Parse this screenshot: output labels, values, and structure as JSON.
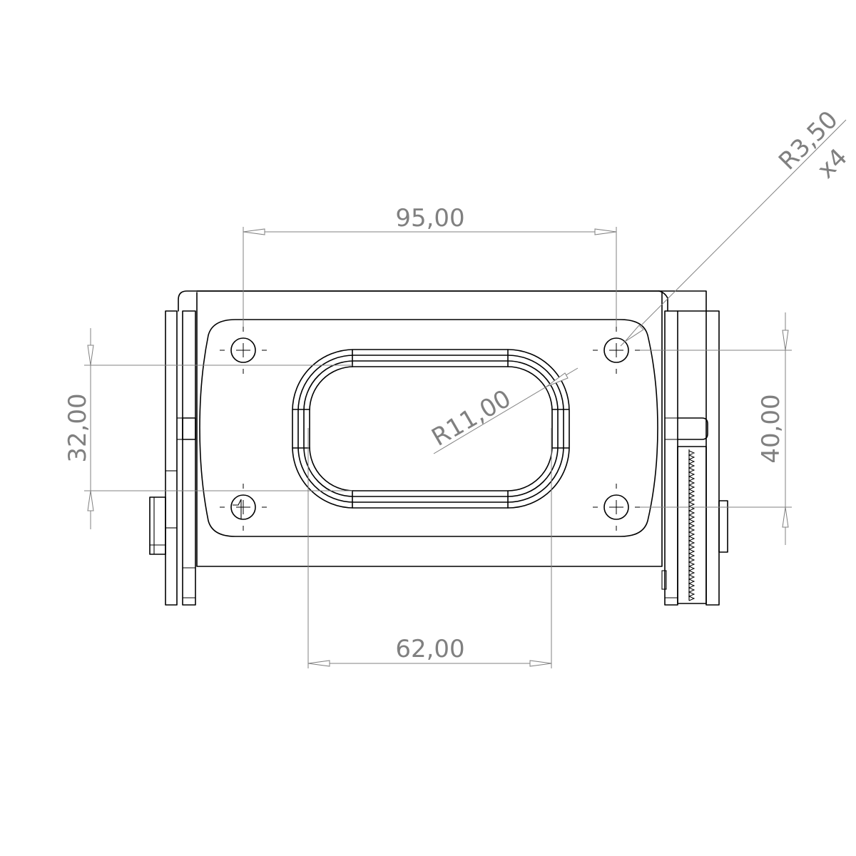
{
  "drawing": {
    "dimensions": {
      "hole_spacing_horizontal": "95,00",
      "hole_spacing_vertical": "40,00",
      "slot_height": "32,00",
      "slot_width": "62,00",
      "slot_radius": "R11,00",
      "hole_radius": "R3,50",
      "hole_count": "x4"
    },
    "colors": {
      "object_line": "#000000",
      "dimension_line": "#808080",
      "background": "#ffffff"
    }
  }
}
